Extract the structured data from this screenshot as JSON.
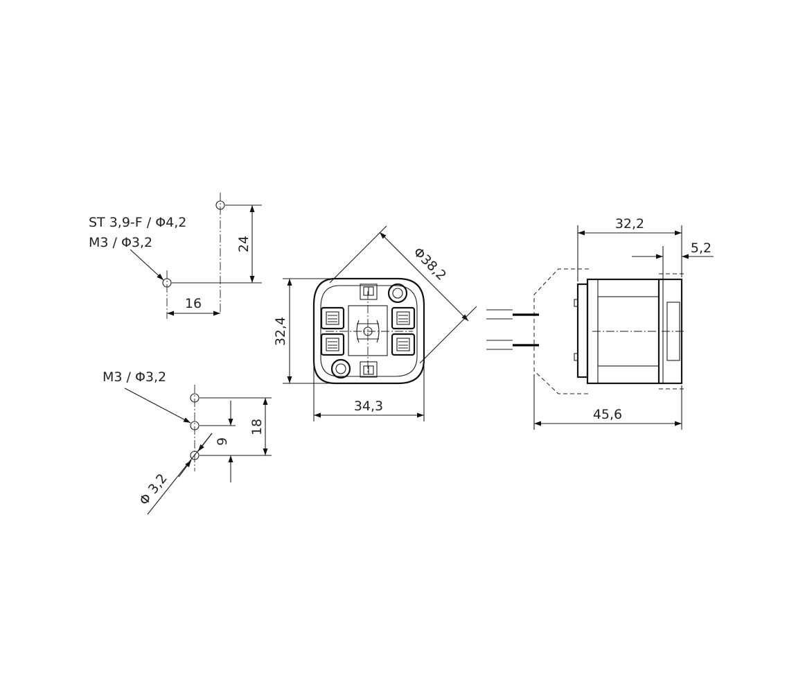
{
  "hole_pattern_top": {
    "label_line1": "ST 3,9-F / Φ4,2",
    "label_line2": "M3 / Φ3,2",
    "dim_vertical": "24",
    "dim_horizontal": "16"
  },
  "hole_pattern_bottom": {
    "label": "M3 / Φ3,2",
    "dim_outer": "18",
    "dim_inner": "9",
    "dim_diameter": "Φ 3,2"
  },
  "front_view": {
    "dim_diagonal": "Φ38,2",
    "dim_height": "32,4",
    "dim_width": "34,3"
  },
  "side_view": {
    "dim_body_length": "32,2",
    "dim_flange": "5,2",
    "dim_total_length": "45,6"
  }
}
